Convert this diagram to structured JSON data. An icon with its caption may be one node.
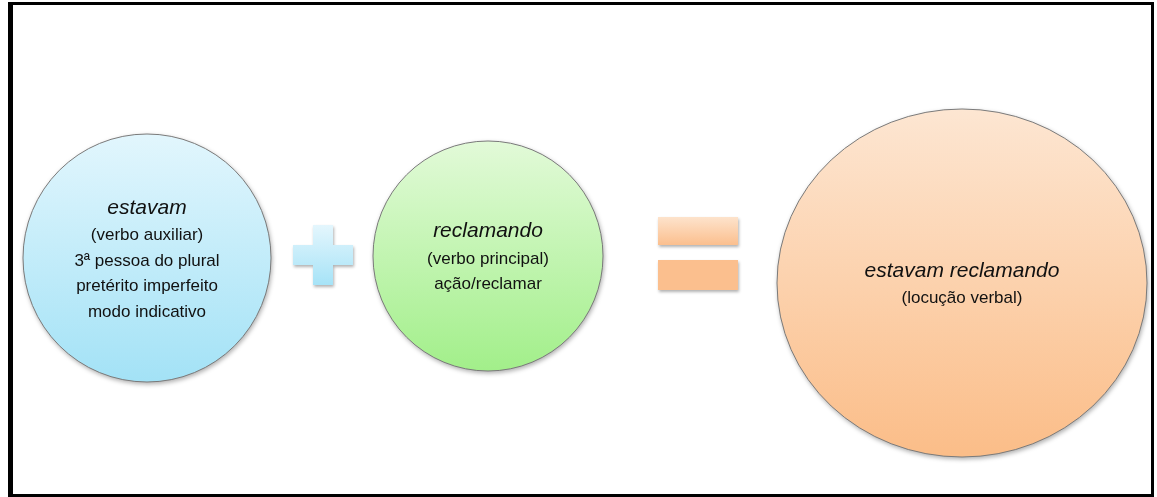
{
  "diagram": {
    "nodes": [
      {
        "text": [
          "estavam",
          "(verbo auxiliar)",
          "3ª pessoa do plural",
          "pretérito imperfeito",
          "modo indicativo"
        ]
      },
      {
        "text": [
          "reclamando",
          "(verbo principal)",
          "ação/reclamar"
        ]
      },
      {
        "text": [
          "estavam  reclamando",
          "(locução verbal)"
        ]
      }
    ]
  }
}
